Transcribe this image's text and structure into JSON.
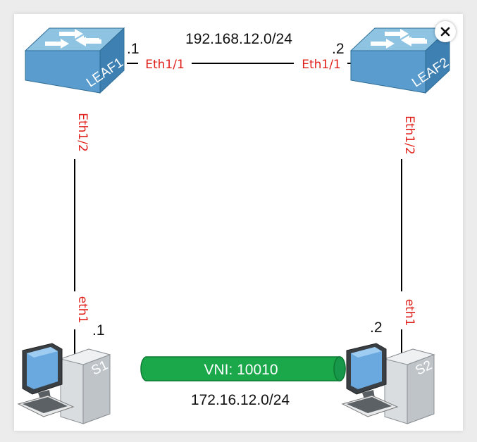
{
  "close_icon": "close-icon",
  "colors": {
    "link": "#000000",
    "port_label": "#e0201b",
    "switch_top": "#88c0e0",
    "switch_side": "#3a7fae",
    "tunnel": "#1aa84b"
  },
  "network": {
    "transit_subnet": "192.168.12.0/24",
    "host_subnet": "172.16.12.0/24",
    "vni_label": "VNI: 10010"
  },
  "nodes": {
    "leaf1": {
      "name": "LEAF1",
      "addr": ".1",
      "port_peer": "Eth1/1",
      "port_host": "Eth1/2"
    },
    "leaf2": {
      "name": "LEAF2",
      "addr": ".2",
      "port_peer": "Eth1/1",
      "port_host": "Eth1/2"
    },
    "s1": {
      "name": "S1",
      "addr": ".1",
      "port": "eth1"
    },
    "s2": {
      "name": "S2",
      "addr": ".2",
      "port": "eth1"
    }
  }
}
